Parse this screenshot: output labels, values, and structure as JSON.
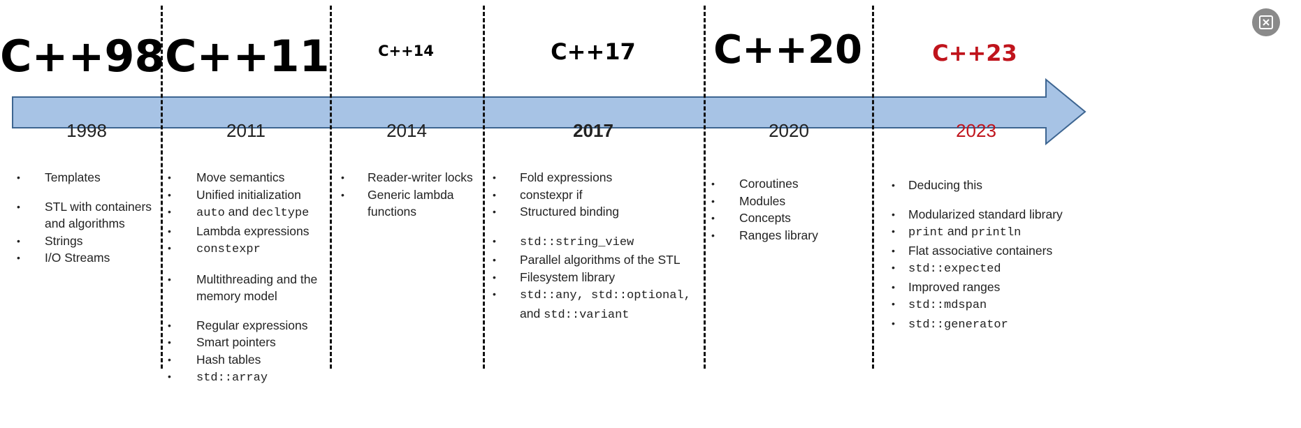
{
  "colors": {
    "arrow_fill": "#a7c3e5",
    "arrow_stroke": "#3d6591",
    "highlight_red": "#c0141c",
    "text": "#222222"
  },
  "eras": [
    {
      "title": "C++98",
      "year": "1998",
      "features": [
        {
          "parts": [
            {
              "text": "Templates"
            }
          ],
          "gap": false
        },
        {
          "parts": [
            {
              "text": "STL with containers"
            }
          ],
          "gap": true
        },
        {
          "parts": [
            {
              "text": "and algorithms"
            }
          ],
          "gap": false,
          "nobullet": true
        },
        {
          "parts": [
            {
              "text": "Strings"
            }
          ],
          "gap": false
        },
        {
          "parts": [
            {
              "text": "I/O Streams"
            }
          ],
          "gap": false
        }
      ]
    },
    {
      "title": "C++11",
      "year": "2011",
      "features": [
        {
          "parts": [
            {
              "text": "Move semantics"
            }
          ],
          "gap": false
        },
        {
          "parts": [
            {
              "text": "Unified initialization"
            }
          ],
          "gap": false
        },
        {
          "parts": [
            {
              "text": "auto",
              "code": true
            },
            {
              "text": " and "
            },
            {
              "text": "decltype",
              "code": true
            }
          ],
          "gap": false
        },
        {
          "parts": [
            {
              "text": "Lambda expressions"
            }
          ],
          "gap": false
        },
        {
          "parts": [
            {
              "text": "constexpr",
              "code": true
            }
          ],
          "gap": false
        },
        {
          "parts": [
            {
              "text": "Multithreading and the"
            }
          ],
          "gap": true
        },
        {
          "parts": [
            {
              "text": "memory model"
            }
          ],
          "gap": false,
          "nobullet": true
        },
        {
          "parts": [
            {
              "text": "Regular expressions"
            }
          ],
          "gap": true
        },
        {
          "parts": [
            {
              "text": "Smart pointers"
            }
          ],
          "gap": false
        },
        {
          "parts": [
            {
              "text": "Hash tables"
            }
          ],
          "gap": false
        },
        {
          "parts": [
            {
              "text": "std::array",
              "code": true
            }
          ],
          "gap": false
        }
      ]
    },
    {
      "title": "C++14",
      "year": "2014",
      "features": [
        {
          "parts": [
            {
              "text": "Reader-writer  locks"
            }
          ],
          "gap": false
        },
        {
          "parts": [
            {
              "text": "Generic lambda"
            }
          ],
          "gap": false
        },
        {
          "parts": [
            {
              "text": "functions"
            }
          ],
          "gap": false,
          "nobullet": true
        }
      ]
    },
    {
      "title": "C++17",
      "year": "2017",
      "features": [
        {
          "parts": [
            {
              "text": "Fold expressions"
            }
          ],
          "gap": false
        },
        {
          "parts": [
            {
              "text": "constexpr if"
            }
          ],
          "gap": false
        },
        {
          "parts": [
            {
              "text": "Structured binding"
            }
          ],
          "gap": false
        },
        {
          "parts": [
            {
              "text": "std::string_view",
              "code": true
            }
          ],
          "gap": true
        },
        {
          "parts": [
            {
              "text": "Parallel algorithms of the STL"
            }
          ],
          "gap": false
        },
        {
          "parts": [
            {
              "text": "Filesystem library"
            }
          ],
          "gap": false
        },
        {
          "parts": [
            {
              "text": "std::any, std::optional,",
              "code": true
            }
          ],
          "gap": false
        },
        {
          "parts": [
            {
              "text": "and "
            },
            {
              "text": "std::variant",
              "code": true
            }
          ],
          "gap": false,
          "nobullet": true
        }
      ]
    },
    {
      "title": "C++20",
      "year": "2020",
      "features": [
        {
          "parts": [
            {
              "text": "Coroutines"
            }
          ],
          "gap": false
        },
        {
          "parts": [
            {
              "text": "Modules"
            }
          ],
          "gap": false
        },
        {
          "parts": [
            {
              "text": "Concepts"
            }
          ],
          "gap": false
        },
        {
          "parts": [
            {
              "text": "Ranges library"
            }
          ],
          "gap": false
        }
      ]
    },
    {
      "title": "C++23",
      "year": "2023",
      "highlight": true,
      "features": [
        {
          "parts": [
            {
              "text": "Deducing this"
            }
          ],
          "gap": false
        },
        {
          "parts": [
            {
              "text": "Modularized standard library"
            }
          ],
          "gap": true
        },
        {
          "parts": [
            {
              "text": "print",
              "code": true
            },
            {
              "text": " and "
            },
            {
              "text": "println",
              "code": true
            }
          ],
          "gap": false
        },
        {
          "parts": [
            {
              "text": "Flat associative containers"
            }
          ],
          "gap": false
        },
        {
          "parts": [
            {
              "text": "std::expected",
              "code": true
            }
          ],
          "gap": false
        },
        {
          "parts": [
            {
              "text": "Improved ranges"
            }
          ],
          "gap": false
        },
        {
          "parts": [
            {
              "text": "std::mdspan",
              "code": true
            }
          ],
          "gap": false
        },
        {
          "parts": [
            {
              "text": "std::generator",
              "code": true
            }
          ],
          "gap": false
        }
      ]
    }
  ],
  "toolbar": {
    "icon": "expand-icon"
  }
}
